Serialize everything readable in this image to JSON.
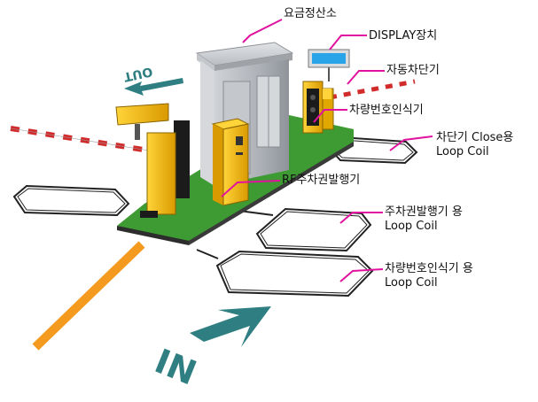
{
  "colors": {
    "magenta": "#e0129e",
    "platform_green": "#2d7a2a",
    "platform_top": "#3e9a33",
    "platform_edge": "#1a1a1a",
    "yellow_equipment": "#f0b400",
    "booth_gray": "#b9bcc0",
    "arrow_teal": "#2f7f82",
    "orange_line": "#f39a1f",
    "barrier_red": "#d22b2b"
  },
  "labels": {
    "toll_booth": "요금정산소",
    "display": "DISPLAY장치",
    "barrier": "자동차단기",
    "plate_reader": "차량번호인식기",
    "barrier_close_coil_1": "차단기 Close용",
    "barrier_close_coil_2": "Loop Coil",
    "rf_dispenser": "RF주차권발행기",
    "dispenser_coil_1": "주차권발행기 용",
    "dispenser_coil_2": "Loop Coil",
    "reader_coil_1": "차량번호인식기 용",
    "reader_coil_2": "Loop Coil"
  },
  "arrows": {
    "in_text": "IN",
    "out_text": "OUT"
  }
}
